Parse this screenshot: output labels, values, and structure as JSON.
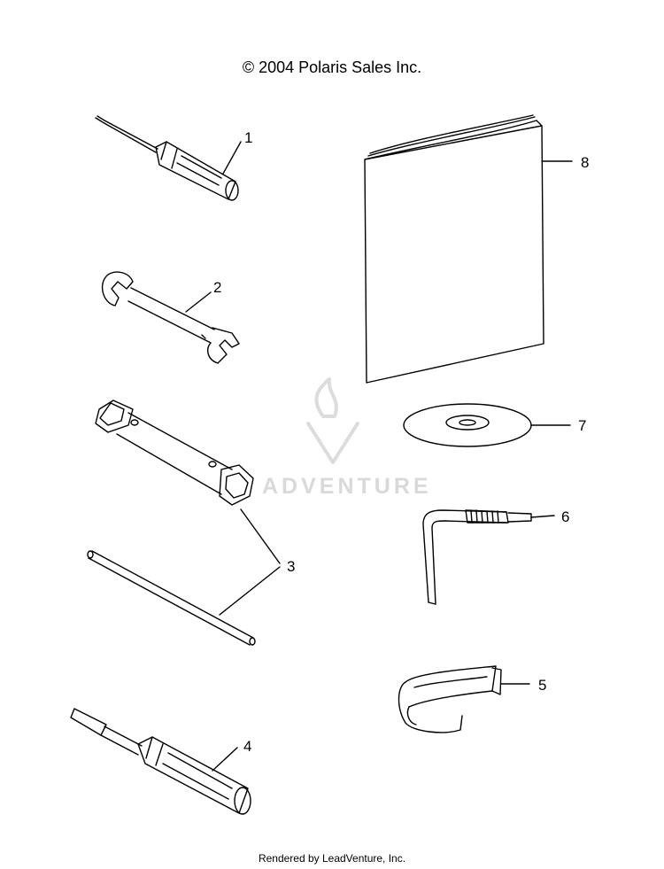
{
  "header": {
    "copyright": "© 2004 Polaris Sales Inc."
  },
  "footer": {
    "rendered_by": "Rendered by LeadVenture, Inc."
  },
  "watermark": {
    "brand_text": "ADVENTURE"
  },
  "callouts": [
    "1",
    "2",
    "3",
    "4",
    "5",
    "6",
    "7",
    "8"
  ],
  "parts": {
    "p1": "screwdriver-small",
    "p2": "open-end-wrench",
    "p3": "spark-plug-socket-and-handle-bar",
    "p4": "screwdriver-large",
    "p5": "strap",
    "p6": "hex-key",
    "p7": "cd-disc",
    "p8": "owners-manual"
  }
}
